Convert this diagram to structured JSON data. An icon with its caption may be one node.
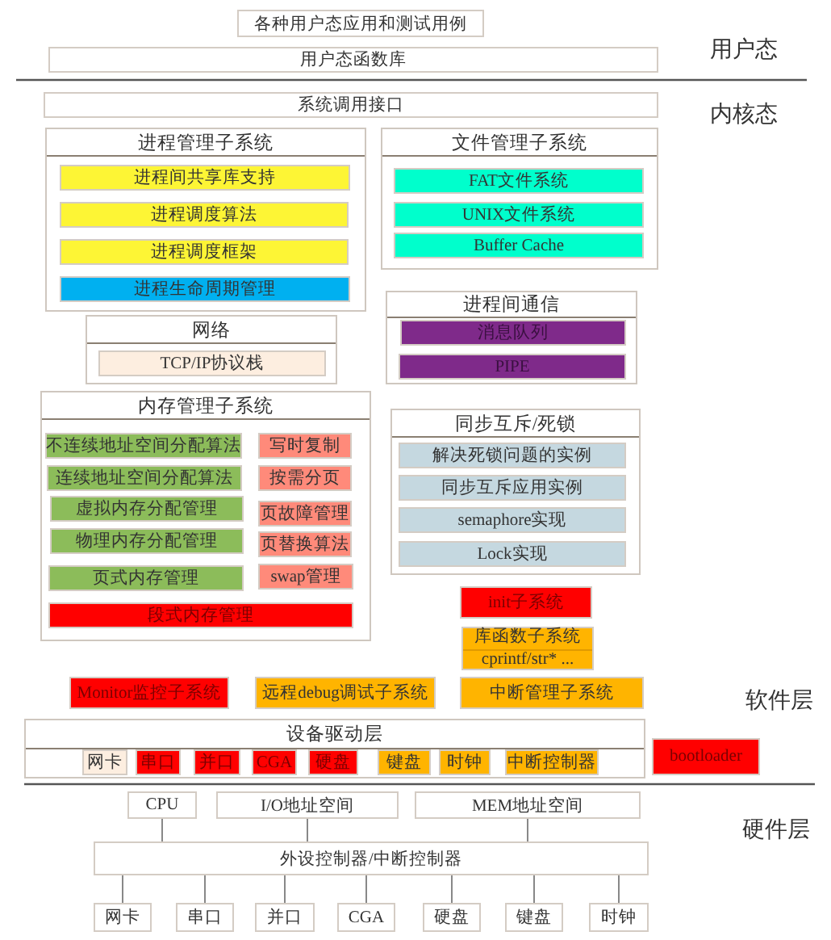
{
  "diagram": {
    "nodes": [
      {
        "text": [
          "各种用户态应用和测试用例"
        ]
      },
      {
        "text": [
          "用户态函数库"
        ]
      },
      {
        "text": [
          "系统调用接口"
        ]
      },
      {
        "text": [
          "进程管理子系统"
        ]
      },
      {
        "text": [
          "进程间共享库支持"
        ],
        "in": 3
      },
      {
        "text": [
          "进程调度算法"
        ],
        "in": 3
      },
      {
        "text": [
          "进程调度框架"
        ],
        "in": 3
      },
      {
        "text": [
          "进程生命周期管理"
        ],
        "in": 3
      },
      {
        "text": [
          "文件管理子系统"
        ]
      },
      {
        "text": [
          "FAT文件系统"
        ],
        "in": 8
      },
      {
        "text": [
          "UNIX文件系统"
        ],
        "in": 8
      },
      {
        "text": [
          "Buffer Cache"
        ],
        "in": 8
      },
      {
        "text": [
          "网络"
        ]
      },
      {
        "text": [
          "TCP/IP协议栈"
        ],
        "in": 12
      },
      {
        "text": [
          "进程间通信"
        ]
      },
      {
        "text": [
          "消息队列"
        ],
        "in": 14
      },
      {
        "text": [
          "PIPE"
        ],
        "in": 14
      },
      {
        "text": [
          "内存管理子系统"
        ]
      },
      {
        "text": [
          "不连续地址空间分配算法"
        ],
        "in": 17
      },
      {
        "text": [
          "连续地址空间分配算法"
        ],
        "in": 17
      },
      {
        "text": [
          "虚拟内存分配管理"
        ],
        "in": 17
      },
      {
        "text": [
          "物理内存分配管理"
        ],
        "in": 17
      },
      {
        "text": [
          "页式内存管理"
        ],
        "in": 17
      },
      {
        "text": [
          "写时复制"
        ],
        "in": 17
      },
      {
        "text": [
          "按需分页"
        ],
        "in": 17
      },
      {
        "text": [
          "页故障管理"
        ],
        "in": 17
      },
      {
        "text": [
          "页替换算法"
        ],
        "in": 17
      },
      {
        "text": [
          "swap管理"
        ],
        "in": 17
      },
      {
        "text": [
          "段式内存管理"
        ],
        "in": 17
      },
      {
        "text": [
          "同步互斥/死锁"
        ]
      },
      {
        "text": [
          "解决死锁问题的实例"
        ],
        "in": 29
      },
      {
        "text": [
          "同步互斥应用实例"
        ],
        "in": 29
      },
      {
        "text": [
          "semaphore实现"
        ],
        "in": 29
      },
      {
        "text": [
          "Lock实现"
        ],
        "in": 29
      },
      {
        "text": [
          "init子系统"
        ]
      },
      {
        "text": [
          "库函数子系统",
          "cprintf/str* ..."
        ]
      },
      {
        "text": [
          "Monitor监控子系统"
        ]
      },
      {
        "text": [
          "远程debug调试子系统"
        ]
      },
      {
        "text": [
          "中断管理子系统"
        ]
      },
      {
        "text": [
          "设备驱动层"
        ]
      },
      {
        "text": [
          "网卡"
        ],
        "in": 39
      },
      {
        "text": [
          "串口"
        ],
        "in": 39
      },
      {
        "text": [
          "并口"
        ],
        "in": 39
      },
      {
        "text": [
          "CGA"
        ],
        "in": 39
      },
      {
        "text": [
          "硬盘"
        ],
        "in": 39
      },
      {
        "text": [
          "键盘"
        ],
        "in": 39
      },
      {
        "text": [
          "时钟"
        ],
        "in": 39
      },
      {
        "text": [
          "中断控制器"
        ],
        "in": 39
      },
      {
        "text": [
          "bootloader"
        ]
      },
      {
        "text": [
          "CPU"
        ]
      },
      {
        "text": [
          "I/O地址空间"
        ]
      },
      {
        "text": [
          "MEM地址空间"
        ]
      },
      {
        "text": [
          "外设控制器/中断控制器"
        ]
      },
      {
        "text": [
          "网卡"
        ]
      },
      {
        "text": [
          "串口"
        ]
      },
      {
        "text": [
          "并口"
        ]
      },
      {
        "text": [
          "CGA"
        ]
      },
      {
        "text": [
          "硬盘"
        ]
      },
      {
        "text": [
          "键盘"
        ]
      },
      {
        "text": [
          "时钟"
        ]
      }
    ],
    "edges": [
      {
        "from": 49,
        "to": 52,
        "arrow": "none"
      },
      {
        "from": 50,
        "to": 52,
        "arrow": "none"
      },
      {
        "from": 51,
        "to": 52,
        "arrow": "none"
      },
      {
        "from": 52,
        "to": 53,
        "arrow": "none"
      },
      {
        "from": 52,
        "to": 54,
        "arrow": "none"
      },
      {
        "from": 52,
        "to": 55,
        "arrow": "none"
      },
      {
        "from": 52,
        "to": 56,
        "arrow": "none"
      },
      {
        "from": 52,
        "to": 57,
        "arrow": "none"
      },
      {
        "from": 52,
        "to": 58,
        "arrow": "none"
      },
      {
        "from": 52,
        "to": 59,
        "arrow": "none"
      }
    ],
    "labels": [
      "用户态",
      "内核态",
      "软件层",
      "硬件层"
    ]
  }
}
